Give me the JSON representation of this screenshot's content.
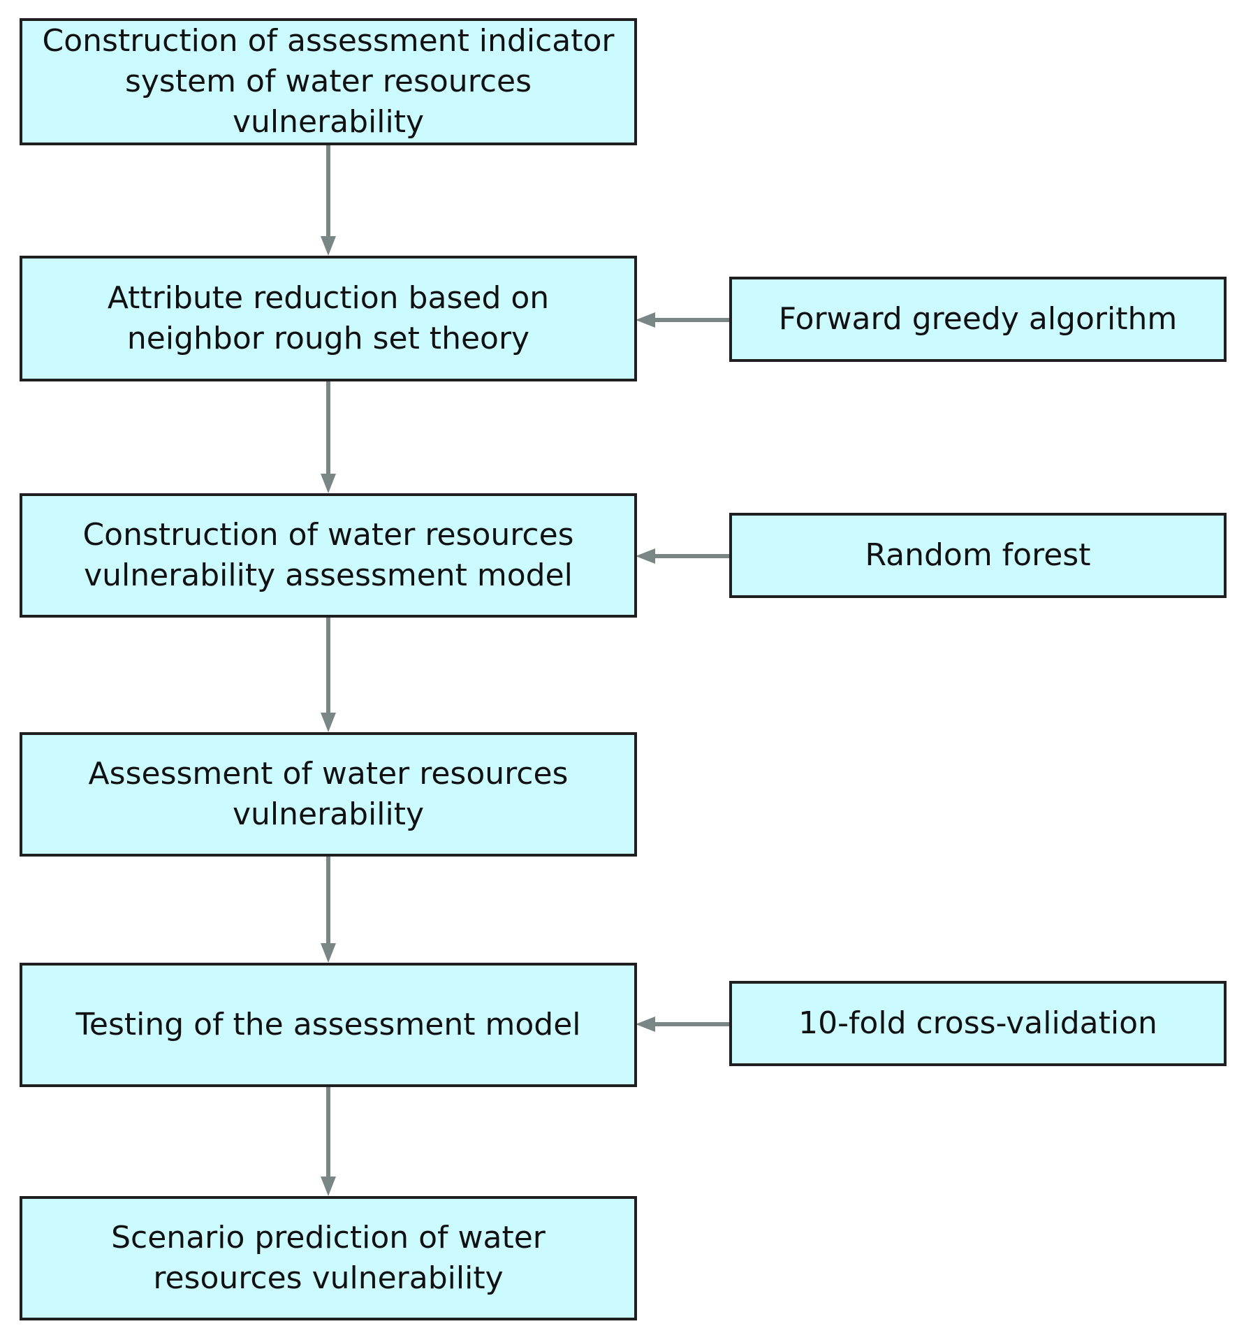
{
  "flowchart": {
    "main_steps": [
      {
        "label": "Construction of assessment indicator system of water resources vulnerability"
      },
      {
        "label": "Attribute reduction based on neighbor rough set theory"
      },
      {
        "label": "Construction of water resources vulnerability assessment model"
      },
      {
        "label": "Assessment of water resources vulnerability"
      },
      {
        "label": "Testing of the assessment model"
      },
      {
        "label": "Scenario prediction of water resources vulnerability"
      }
    ],
    "side_methods": [
      {
        "label": "Forward greedy algorithm",
        "feeds_step": 2
      },
      {
        "label": "Random forest",
        "feeds_step": 3
      },
      {
        "label": "10-fold cross-validation",
        "feeds_step": 5
      }
    ],
    "colors": {
      "box_fill": "#ccfbff",
      "box_border": "#1f1f1f",
      "arrow": "#7a8585"
    }
  }
}
